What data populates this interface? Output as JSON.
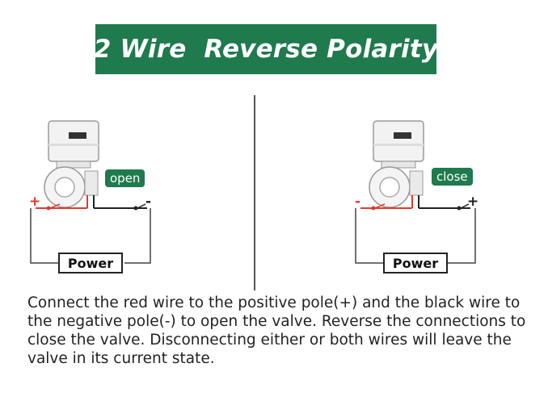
{
  "title": "2 Wire  Reverse Polarity",
  "diagrams": [
    {
      "state_label": "open",
      "left_pole": "+",
      "right_pole": "-",
      "power_label": "Power"
    },
    {
      "state_label": "close",
      "left_pole": "-",
      "right_pole": "+",
      "power_label": "Power"
    }
  ],
  "description": "Connect the red wire to the positive pole(+) and the black wire to the negative pole(-) to open the valve. Reverse the connections to close the valve. Disconnecting either or both wires will leave the valve in its current state.",
  "colors": {
    "accent_green": "#1f7a4d",
    "red_wire": "#e03a2e",
    "black_wire": "#222222"
  },
  "icons": [
    "valve-actuator-icon",
    "switch-icon"
  ]
}
